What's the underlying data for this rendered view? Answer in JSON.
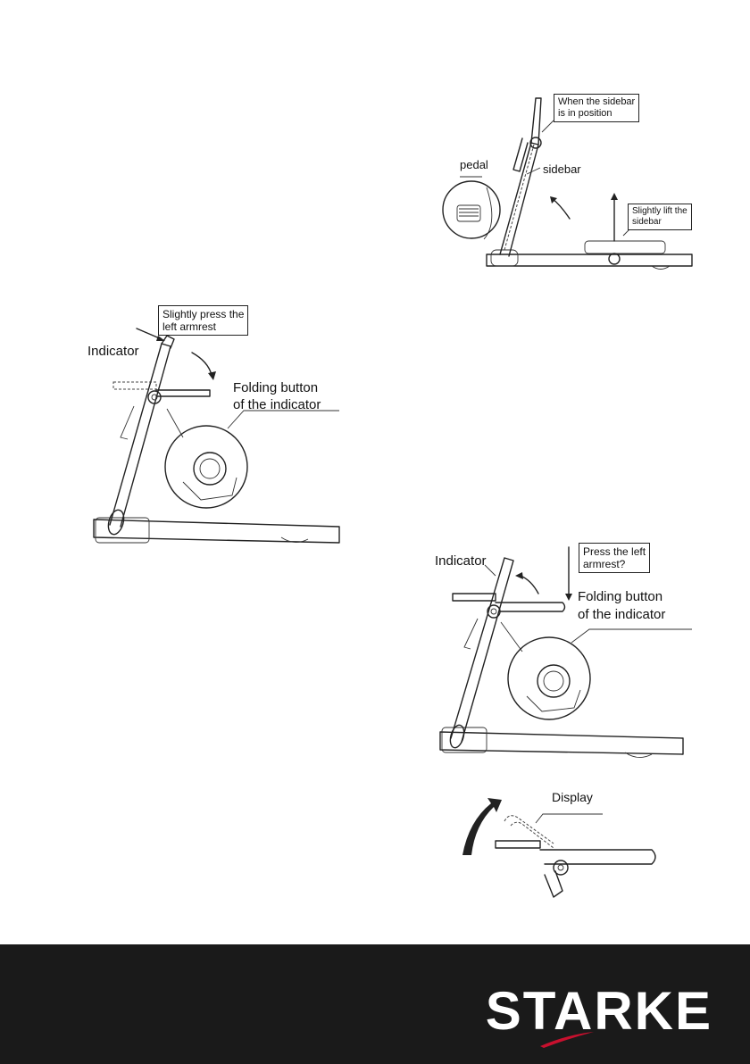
{
  "figure_top_right": {
    "callout_position": "When the sidebar\nis in position",
    "label_pedal": "pedal",
    "label_sidebar": "sidebar",
    "callout_lift": "Slightly lift the\nsidebar"
  },
  "figure_left": {
    "callout_press": "Slightly press the\nleft armrest",
    "label_indicator": "Indicator",
    "label_folding_1": "Folding button",
    "label_folding_2": "of the indicator"
  },
  "figure_bottom_right": {
    "label_indicator": "Indicator",
    "callout_press": "Press the left\narmrest?",
    "label_folding_1": "Folding button",
    "label_folding_2": "of the indicator"
  },
  "figure_display": {
    "label_display": "Display"
  },
  "footer": {
    "brand": "STARKE",
    "background": "#1a1a1a",
    "accent": "#c8102e"
  }
}
